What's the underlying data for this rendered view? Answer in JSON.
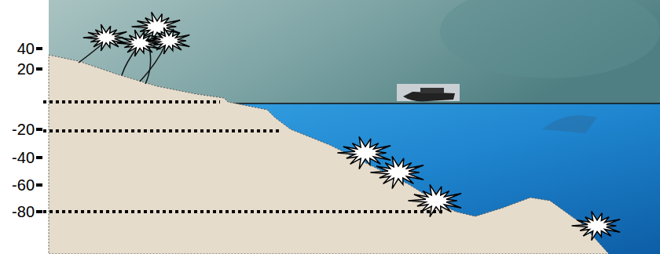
{
  "diagram": {
    "labels": [
      "40",
      "20",
      "-20",
      "-40",
      "-60",
      "-80"
    ]
  }
}
